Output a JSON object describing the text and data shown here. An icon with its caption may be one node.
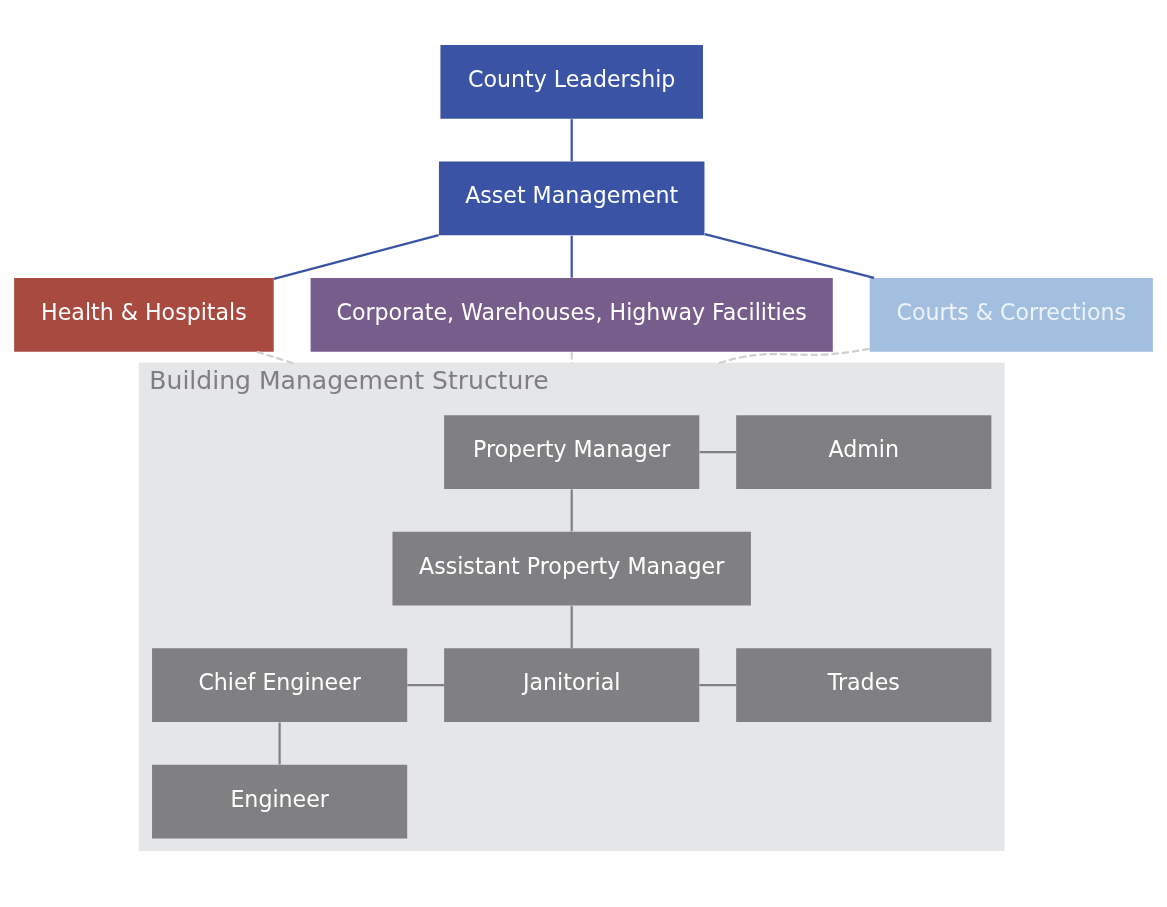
{
  "diagram": {
    "nodes": [
      {
        "text": [
          "County Leadership"
        ]
      },
      {
        "text": [
          "Asset Management"
        ]
      },
      {
        "text": [
          "Health & Hospitals"
        ]
      },
      {
        "text": [
          "Corporate, Warehouses, Highway Facilities"
        ]
      },
      {
        "text": [
          "Courts & Corrections"
        ]
      },
      {
        "text": [
          "Building Management Structure"
        ]
      },
      {
        "text": [
          "Property Manager"
        ],
        "in": 5
      },
      {
        "text": [
          "Admin"
        ],
        "in": 5
      },
      {
        "text": [
          "Assistant Property Manager"
        ],
        "in": 5
      },
      {
        "text": [
          "Chief Engineer"
        ],
        "in": 5
      },
      {
        "text": [
          "Janitorial"
        ],
        "in": 5
      },
      {
        "text": [
          "Trades"
        ],
        "in": 5
      },
      {
        "text": [
          "Engineer"
        ],
        "in": 5
      }
    ],
    "edges": [
      {
        "from": 0,
        "to": 1,
        "arrow": "none",
        "color": "#3a53a4"
      },
      {
        "from": 1,
        "to": 2,
        "arrow": "none",
        "color": "#3a53a4"
      },
      {
        "from": 1,
        "to": 3,
        "arrow": "none",
        "color": "#3a53a4"
      },
      {
        "from": 1,
        "to": 4,
        "arrow": "none",
        "color": "#3a53a4"
      },
      {
        "from": 2,
        "to": 5,
        "arrow": "none",
        "style": "dashed",
        "color": "#d0d0d0"
      },
      {
        "from": 3,
        "to": 5,
        "arrow": "none",
        "style": "dashed",
        "color": "#d0d0d0"
      },
      {
        "from": 4,
        "to": 5,
        "arrow": "none",
        "style": "dashed",
        "color": "#d0d0d0"
      },
      {
        "from": 6,
        "to": 8,
        "arrow": "none"
      },
      {
        "from": 6,
        "to": 7,
        "arrow": "none"
      },
      {
        "from": 8,
        "to": 10,
        "arrow": "none"
      },
      {
        "from": 9,
        "to": 10,
        "arrow": "none"
      },
      {
        "from": 10,
        "to": 11,
        "arrow": "none"
      },
      {
        "from": 9,
        "to": 12,
        "arrow": "none"
      }
    ]
  }
}
